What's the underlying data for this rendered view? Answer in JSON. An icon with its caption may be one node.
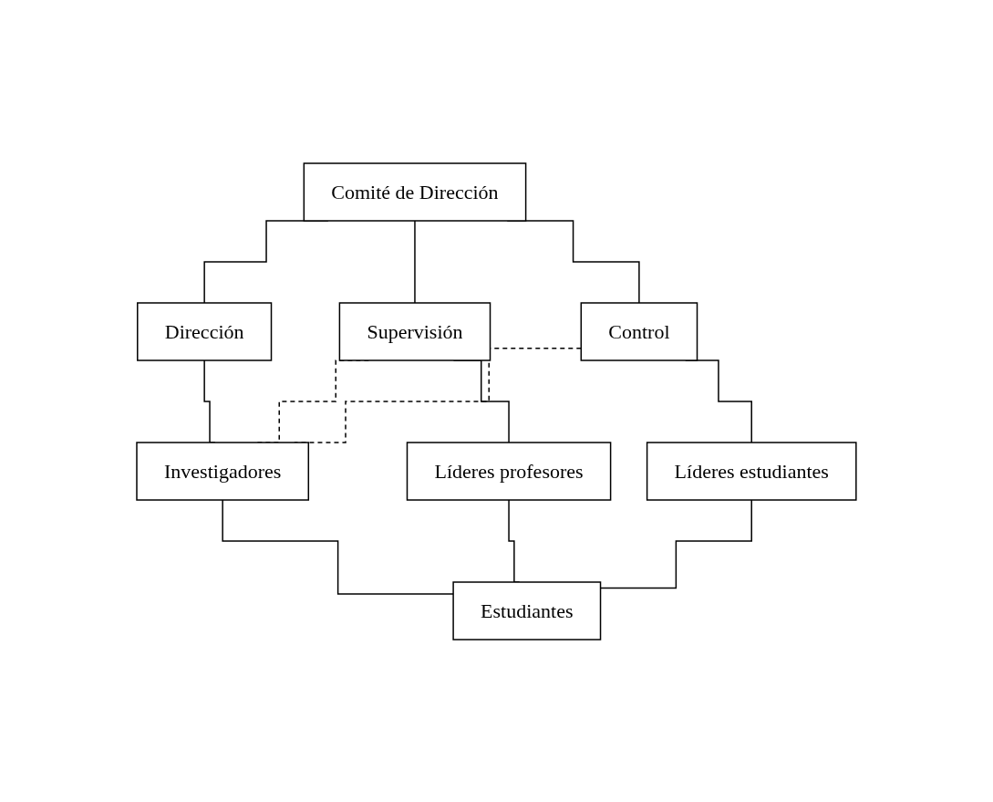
{
  "diagram": {
    "nodes": [
      {
        "text": [
          "Comité de Dirección"
        ]
      },
      {
        "text": [
          "Dirección"
        ]
      },
      {
        "text": [
          "Supervisión"
        ]
      },
      {
        "text": [
          "Control"
        ]
      },
      {
        "text": [
          "Investigadores"
        ]
      },
      {
        "text": [
          "Líderes profesores"
        ]
      },
      {
        "text": [
          "Líderes estudiantes"
        ]
      },
      {
        "text": [
          "Estudiantes"
        ]
      }
    ],
    "edges": [
      {
        "from": 0,
        "to": 1,
        "arrow": "none"
      },
      {
        "from": 0,
        "to": 2,
        "arrow": "none"
      },
      {
        "from": 0,
        "to": 3,
        "arrow": "none"
      },
      {
        "from": 1,
        "to": 4,
        "arrow": "none"
      },
      {
        "from": 2,
        "to": 5,
        "arrow": "none"
      },
      {
        "from": 3,
        "to": 6,
        "arrow": "none"
      },
      {
        "from": 4,
        "to": 7,
        "arrow": "none"
      },
      {
        "from": 5,
        "to": 7,
        "arrow": "none"
      },
      {
        "from": 6,
        "to": 7,
        "arrow": "none"
      },
      {
        "from": 2,
        "to": 4,
        "arrow": "none",
        "style": "dashed"
      },
      {
        "from": 3,
        "to": 4,
        "arrow": "none",
        "style": "dashed"
      }
    ]
  }
}
